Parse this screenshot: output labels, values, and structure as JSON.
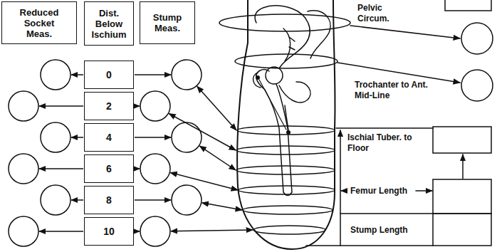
{
  "diagram": {
    "nodes": [
      {
        "text": [
          "Reduced Socket Meas."
        ]
      },
      {
        "text": [
          "Dist. Below Ischium"
        ]
      },
      {
        "text": [
          "Stump Meas."
        ]
      },
      {
        "text": [
          "0"
        ]
      },
      {
        "text": [
          "2"
        ]
      },
      {
        "text": [
          "4"
        ]
      },
      {
        "text": [
          "6"
        ]
      },
      {
        "text": [
          "8"
        ]
      },
      {
        "text": [
          "10"
        ]
      }
    ],
    "labels": [
      "Pelvic Circum.",
      "Trochanter to Ant. Mid-Line",
      "Ischial Tuber. to Floor",
      "Femur Length",
      "Stump Length"
    ]
  }
}
